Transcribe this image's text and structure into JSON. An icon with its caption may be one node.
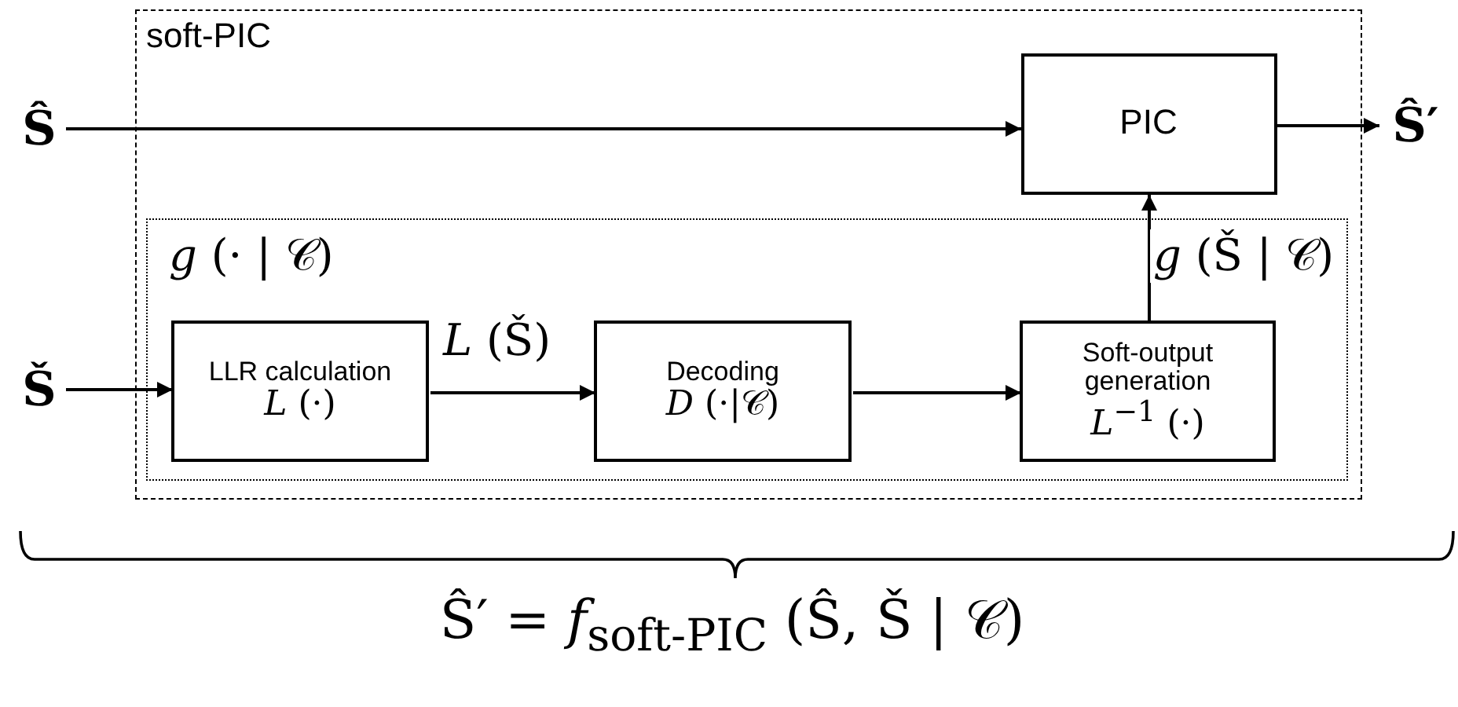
{
  "diagram": {
    "nodes": [
      {
        "text": [
          "soft-PIC"
        ]
      },
      {
        "text": [
          "Ŝ"
        ]
      },
      {
        "text": [
          "PIC"
        ],
        "in": 0
      },
      {
        "text": [
          "Ŝ′"
        ]
      },
      {
        "text": [
          "*g* (· | 𝒞)"
        ],
        "in": 0
      },
      {
        "text": [
          "Š"
        ]
      },
      {
        "text": [
          "LLR calculation",
          "*L* (·)"
        ],
        "in": 4
      },
      {
        "text": [
          "Decoding",
          "*D* (·|𝒞)"
        ],
        "in": 4
      },
      {
        "text": [
          "Soft-output generation",
          "*L*$^{−1}$ (·)"
        ],
        "in": 4
      }
    ],
    "edges": [
      {
        "from": 1,
        "to": 2,
        "arrow": "to"
      },
      {
        "from": 2,
        "to": 3,
        "arrow": "to"
      },
      {
        "from": 5,
        "to": 6,
        "arrow": "to"
      },
      {
        "from": 6,
        "to": 7,
        "arrow": "to",
        "label": "*L* (Š)"
      },
      {
        "from": 7,
        "to": 8,
        "arrow": "to"
      },
      {
        "from": 8,
        "to": 2,
        "arrow": "to",
        "label": "*g* (Š | 𝒞)"
      }
    ],
    "labels": [
      "Ŝ′ = *f*$_{soft-PIC}$ (Ŝ, Š | 𝒞)"
    ]
  }
}
